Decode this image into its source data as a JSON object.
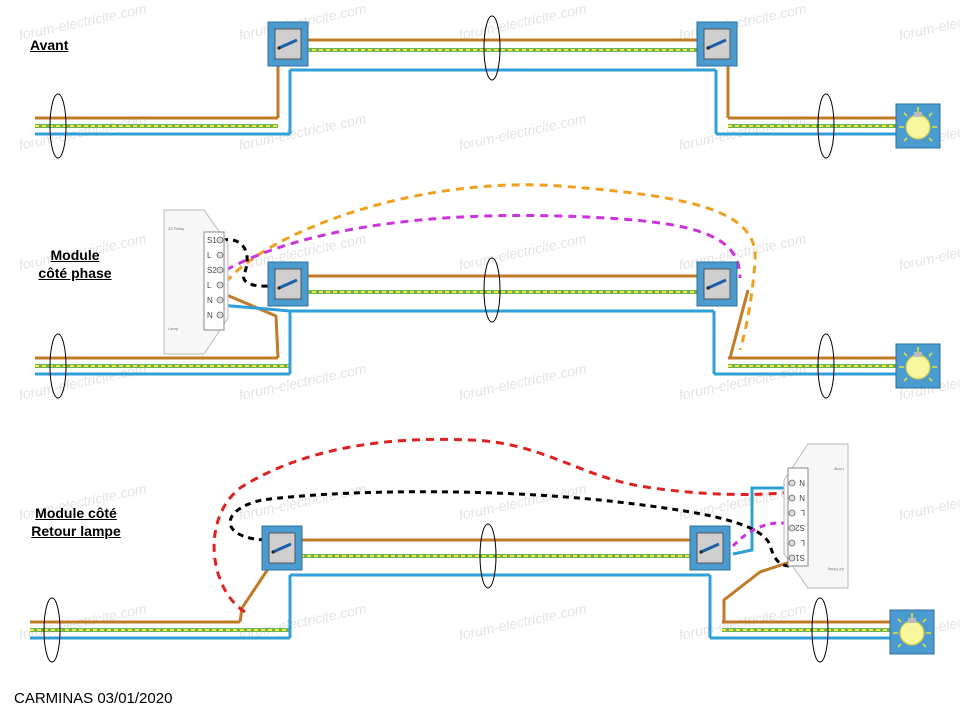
{
  "sections": [
    {
      "label_lines": [
        "Avant"
      ]
    },
    {
      "label_lines": [
        "Module",
        "côté phase"
      ]
    },
    {
      "label_lines": [
        "Module côté",
        "Retour lampe"
      ]
    }
  ],
  "module_terminals": [
    "S1",
    "L",
    "S2",
    "L",
    "N",
    "N"
  ],
  "watermark": "forum-electricite.com",
  "credit": "CARMINAS 03/01/2020",
  "colors": {
    "phase": "#c07a28",
    "neutral": "#2f9fd8",
    "earth_green": "#6fb25a",
    "earth_yellow": "#f2ea3b",
    "switch_box": "#4a9bd0",
    "dashed_orange": "#f0a020",
    "dashed_purple": "#cc33dd",
    "dashed_black": "#000000",
    "dashed_red": "#dd2222",
    "lamp": "#f7f7a0"
  },
  "icons": [
    "switch-icon",
    "lamp-icon",
    "module-icon",
    "cable-sheath-icon"
  ]
}
